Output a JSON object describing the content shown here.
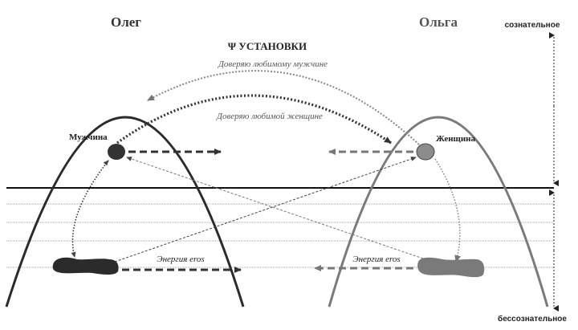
{
  "left_person": {
    "name": "Олег",
    "node_label": "Мужчина",
    "energy_label": "Энергия eros"
  },
  "right_person": {
    "name": "Ольга",
    "node_label": "Женщина",
    "energy_label": "Энергия eros"
  },
  "title": "Ψ  УСТАНОВКИ",
  "arc_labels": {
    "top": "Доверяю любимому мужчине",
    "middle": "Доверяю любимой женщине"
  },
  "axis_labels": {
    "top": "сознательное",
    "bottom": "бессознательное"
  },
  "colors": {
    "left_arc": "#2b2b2b",
    "right_arc": "#7a7a7a",
    "left_node": "#333333",
    "right_node": "#8c8c8c"
  }
}
